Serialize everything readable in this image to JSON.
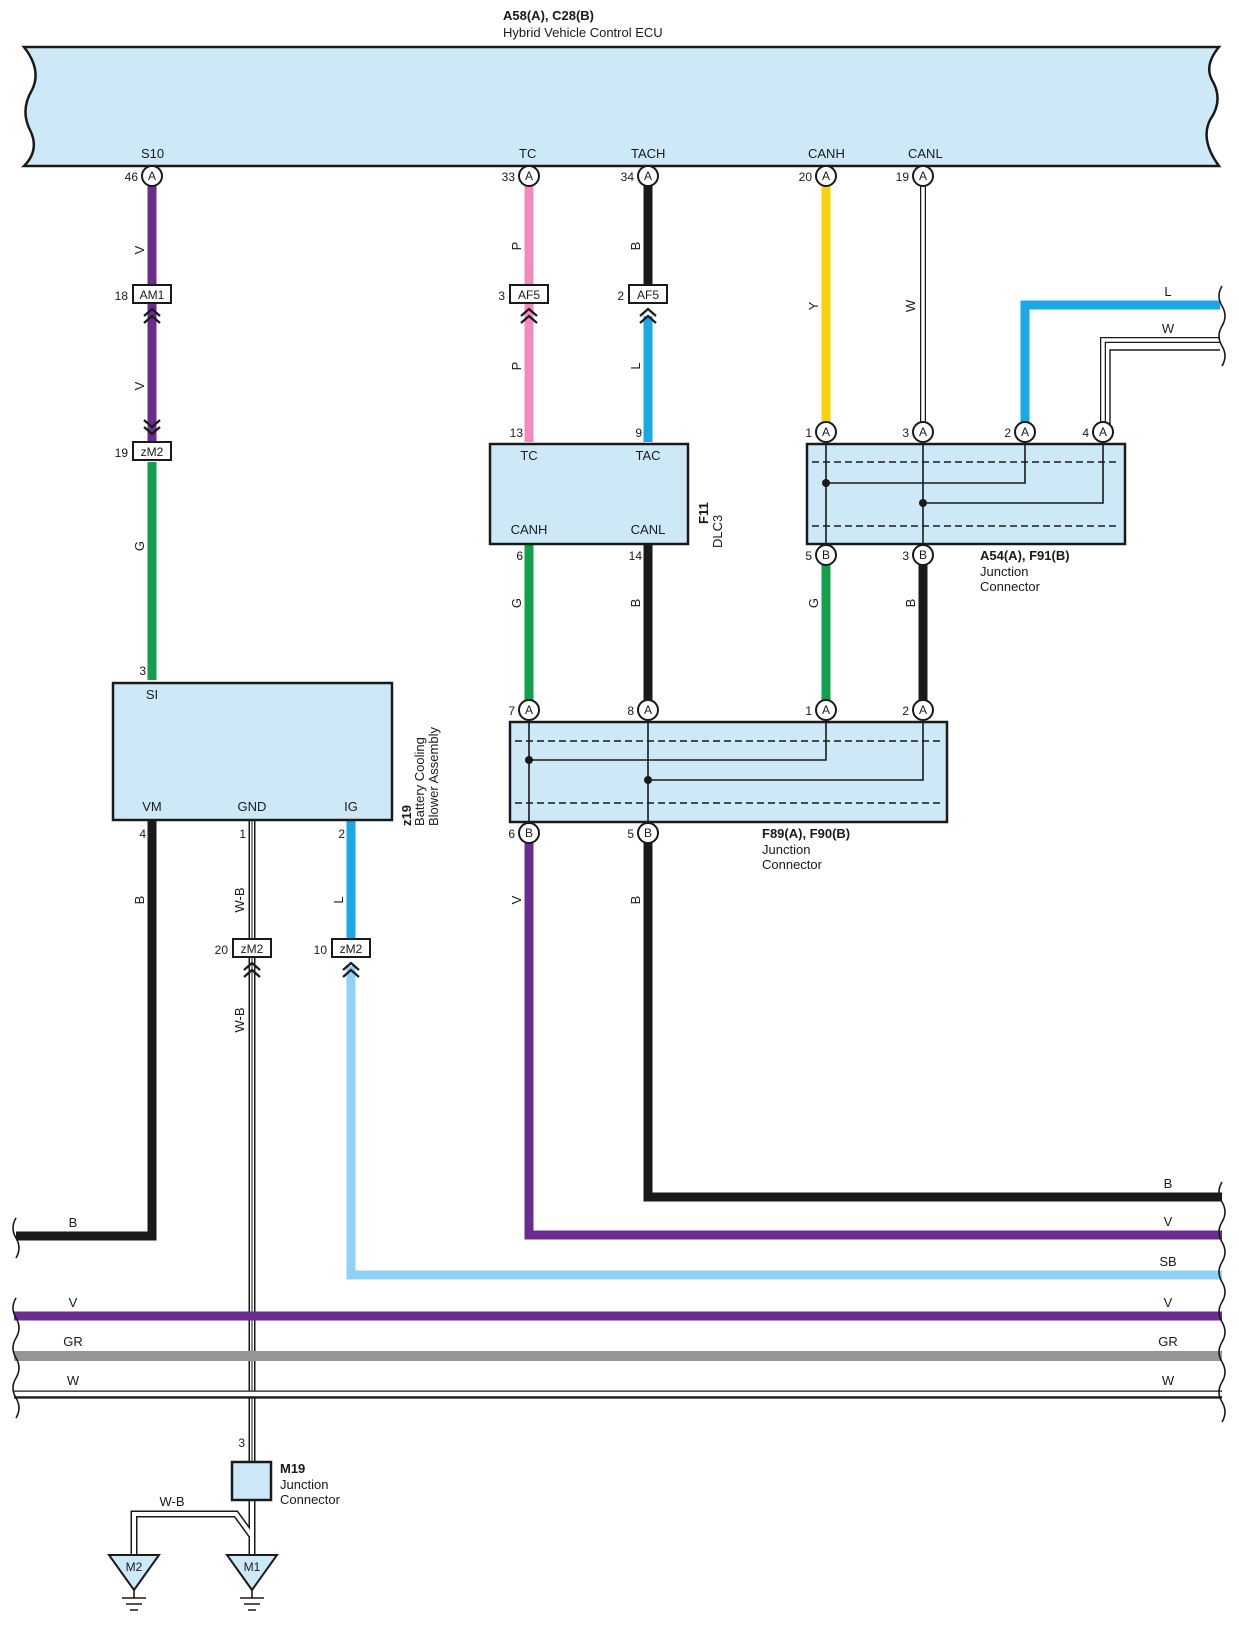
{
  "ecu": {
    "code": "A58(A), C28(B)",
    "name": "Hybrid Vehicle Control ECU",
    "terms": [
      "S10",
      "TC",
      "TACH",
      "CANH",
      "CANL"
    ]
  },
  "dlc": {
    "code": "F11",
    "name": "DLC3",
    "terms": [
      "TC",
      "TAC",
      "CANH",
      "CANL"
    ]
  },
  "jc_a54": {
    "code": "A54(A), F91(B)",
    "name": [
      "Junction",
      "Connector"
    ]
  },
  "jc_f89": {
    "code": "F89(A), F90(B)",
    "name": [
      "Junction",
      "Connector"
    ]
  },
  "blower": {
    "code": "z19",
    "name": [
      "Battery Cooling",
      "Blower Assembly"
    ],
    "terms": [
      "SI",
      "VM",
      "GND",
      "IG"
    ]
  },
  "m19": {
    "code": "M19",
    "name": [
      "Junction",
      "Connector"
    ]
  },
  "inline_connectors": [
    "AM1",
    "zM2",
    "AF5",
    "AF5",
    "zM2",
    "zM2"
  ],
  "grounds": [
    "M2",
    "M1"
  ],
  "pins": [
    "46",
    "33",
    "34",
    "20",
    "19",
    "18",
    "19",
    "3",
    "2",
    "13",
    "9",
    "6",
    "14",
    "7",
    "8",
    "1",
    "3",
    "2",
    "4",
    "5",
    "3",
    "1",
    "2",
    "6",
    "5",
    "2",
    "4",
    "1",
    "20",
    "10",
    "3"
  ],
  "pin_letters": [
    "A",
    "B"
  ],
  "wire_colors": [
    "V",
    "G",
    "B",
    "W-B",
    "L",
    "P",
    "Y",
    "W",
    "SB",
    "GR"
  ],
  "colors": {
    "V": "#6a2c8f",
    "G": "#12a04a",
    "B": "#1a1a1a",
    "P": "#f08cbd",
    "L": "#1ba8e6",
    "Y": "#f5d20a",
    "SB": "#8fd3f4",
    "GR": "#959595",
    "box": "#cde9f7"
  }
}
